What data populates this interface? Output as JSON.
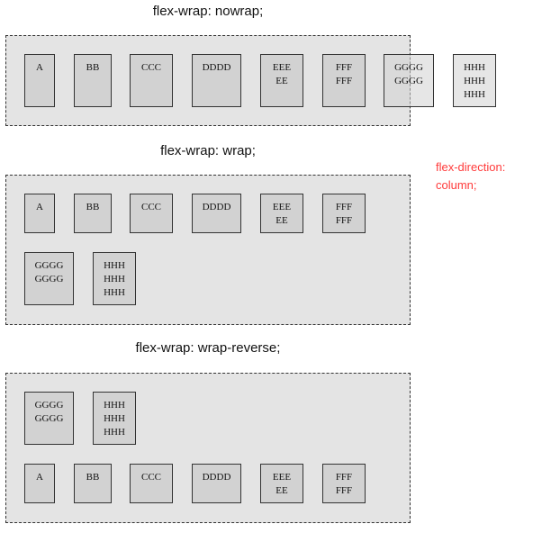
{
  "sections": {
    "nowrap": {
      "title": "flex-wrap: nowrap;",
      "items": [
        "A",
        "BB",
        "CCC",
        "DDDD",
        "EEE\nEE",
        "FFF\nFFF",
        "GGGG\nGGGG",
        "HHH\nHHH\nHHH"
      ]
    },
    "wrap": {
      "title": "flex-wrap: wrap;",
      "items": [
        "A",
        "BB",
        "CCC",
        "DDDD",
        "EEE\nEE",
        "FFF\nFFF",
        "GGGG\nGGGG",
        "HHH\nHHH\nHHH"
      ]
    },
    "wrap_reverse": {
      "title": "flex-wrap: wrap-reverse;",
      "items": [
        "A",
        "BB",
        "CCC",
        "DDDD",
        "EEE\nEE",
        "FFF\nFFF",
        "GGGG\nGGGG",
        "HHH\nHHH\nHHH"
      ]
    }
  },
  "side_note": {
    "line1": "flex-direction:",
    "line2": "column;"
  },
  "colors": {
    "container_bg": "#e4e4e4",
    "item_bg": "#d2d2d2",
    "border": "#333333",
    "note": "#ff3b3b"
  }
}
